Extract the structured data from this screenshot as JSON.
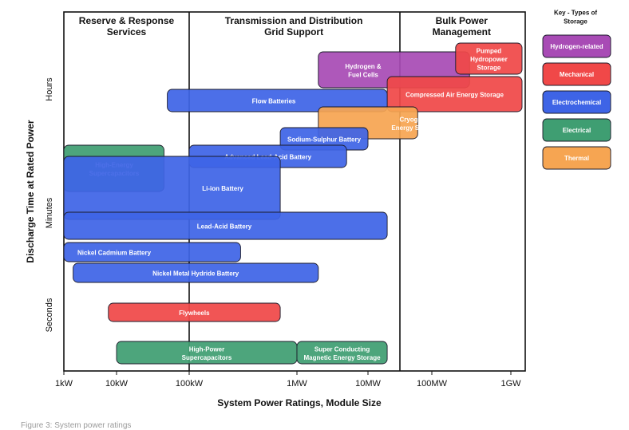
{
  "figure_caption": "Figure 3: System power ratings",
  "colors": {
    "hydrogen": "#A84BB5",
    "mechanical": "#F04848",
    "electrochemical": "#3E64E6",
    "electrical": "#3F9E72",
    "thermal": "#F6A552"
  },
  "chart_data": {
    "type": "range_bar",
    "xlabel": "System Power Ratings, Module Size",
    "ylabel": "Discharge Time at Rated Power",
    "x_scale": "log",
    "x_ticks": [
      "1kW",
      "10kW",
      "100kW",
      "1MW",
      "10MW",
      "100MW",
      "1GW"
    ],
    "y_ticks": [
      "Hours",
      "Minutes",
      "Seconds"
    ],
    "regions": [
      {
        "label": "Reserve & Response\nServices",
        "x_range": [
          "1kW",
          "100kW"
        ]
      },
      {
        "label": "Transmission and Distribution\nGrid Support",
        "x_range": [
          "100kW",
          "30MW"
        ]
      },
      {
        "label": "Bulk Power\nManagement",
        "x_range": [
          "30MW",
          "1.5GW"
        ]
      }
    ],
    "legend": {
      "title": "Key - Types of\nStorage",
      "entries": [
        {
          "label": "Hydrogen-related",
          "category": "hydrogen"
        },
        {
          "label": "Mechanical",
          "category": "mechanical"
        },
        {
          "label": "Electrochemical",
          "category": "electrochemical"
        },
        {
          "label": "Electrical",
          "category": "electrical"
        },
        {
          "label": "Thermal",
          "category": "thermal"
        }
      ]
    },
    "technologies": [
      {
        "name": "Hydrogen &\nFuel Cells",
        "category": "hydrogen",
        "power_range": [
          "2MW",
          "300MW"
        ],
        "discharge_time_band": "Hours"
      },
      {
        "name": "Pumped\nHydropower\nStorage",
        "category": "mechanical",
        "power_range": [
          "200MW",
          "1.5GW"
        ],
        "discharge_time_band": "Hours"
      },
      {
        "name": "Compressed Air Energy Storage",
        "category": "mechanical",
        "power_range": [
          "20MW",
          "1.5GW"
        ],
        "discharge_time_band": "Hours"
      },
      {
        "name": "Flow Batteries",
        "category": "electrochemical",
        "power_range": [
          "50kW",
          "20MW"
        ],
        "discharge_time_band": "Hours"
      },
      {
        "name": "Cryogenic\nEnergy Storage",
        "category": "thermal",
        "power_range": [
          "2MW",
          "60MW"
        ],
        "discharge_time_band": "Hours"
      },
      {
        "name": "Sodium-Sulphur Battery",
        "category": "electrochemical",
        "power_range": [
          "700kW",
          "10MW"
        ],
        "discharge_time_band": "Hours"
      },
      {
        "name": "High-Energy\nSupercapacitors",
        "category": "electrical",
        "power_range": [
          "1kW",
          "45kW"
        ],
        "discharge_time_band": "Minutes"
      },
      {
        "name": "Advanced Lead-Acid Battery",
        "category": "electrochemical",
        "power_range": [
          "100kW",
          "5MW"
        ],
        "discharge_time_band": "Minutes"
      },
      {
        "name": "Li-ion Battery",
        "category": "electrochemical",
        "power_range": [
          "1kW",
          "700kW"
        ],
        "discharge_time_band": "Minutes"
      },
      {
        "name": "Lead-Acid Battery",
        "category": "electrochemical",
        "power_range": [
          "1kW",
          "20MW"
        ],
        "discharge_time_band": "Minutes"
      },
      {
        "name": "Nickel Cadmium Battery",
        "category": "electrochemical",
        "power_range": [
          "1kW",
          "300kW"
        ],
        "discharge_time_band": "Minutes"
      },
      {
        "name": "Nickel Metal Hydride Battery",
        "category": "electrochemical",
        "power_range": [
          "1.5kW",
          "2MW"
        ],
        "discharge_time_band": "Minutes"
      },
      {
        "name": "Flywheels",
        "category": "mechanical",
        "power_range": [
          "7kW",
          "700kW"
        ],
        "discharge_time_band": "Seconds"
      },
      {
        "name": "High-Power\nSupercapacitors",
        "category": "electrical",
        "power_range": [
          "10kW",
          "1MW"
        ],
        "discharge_time_band": "Seconds"
      },
      {
        "name": "Super Conducting\nMagnetic Energy Storage",
        "category": "electrical",
        "power_range": [
          "1MW",
          "20MW"
        ],
        "discharge_time_band": "Seconds"
      }
    ]
  }
}
